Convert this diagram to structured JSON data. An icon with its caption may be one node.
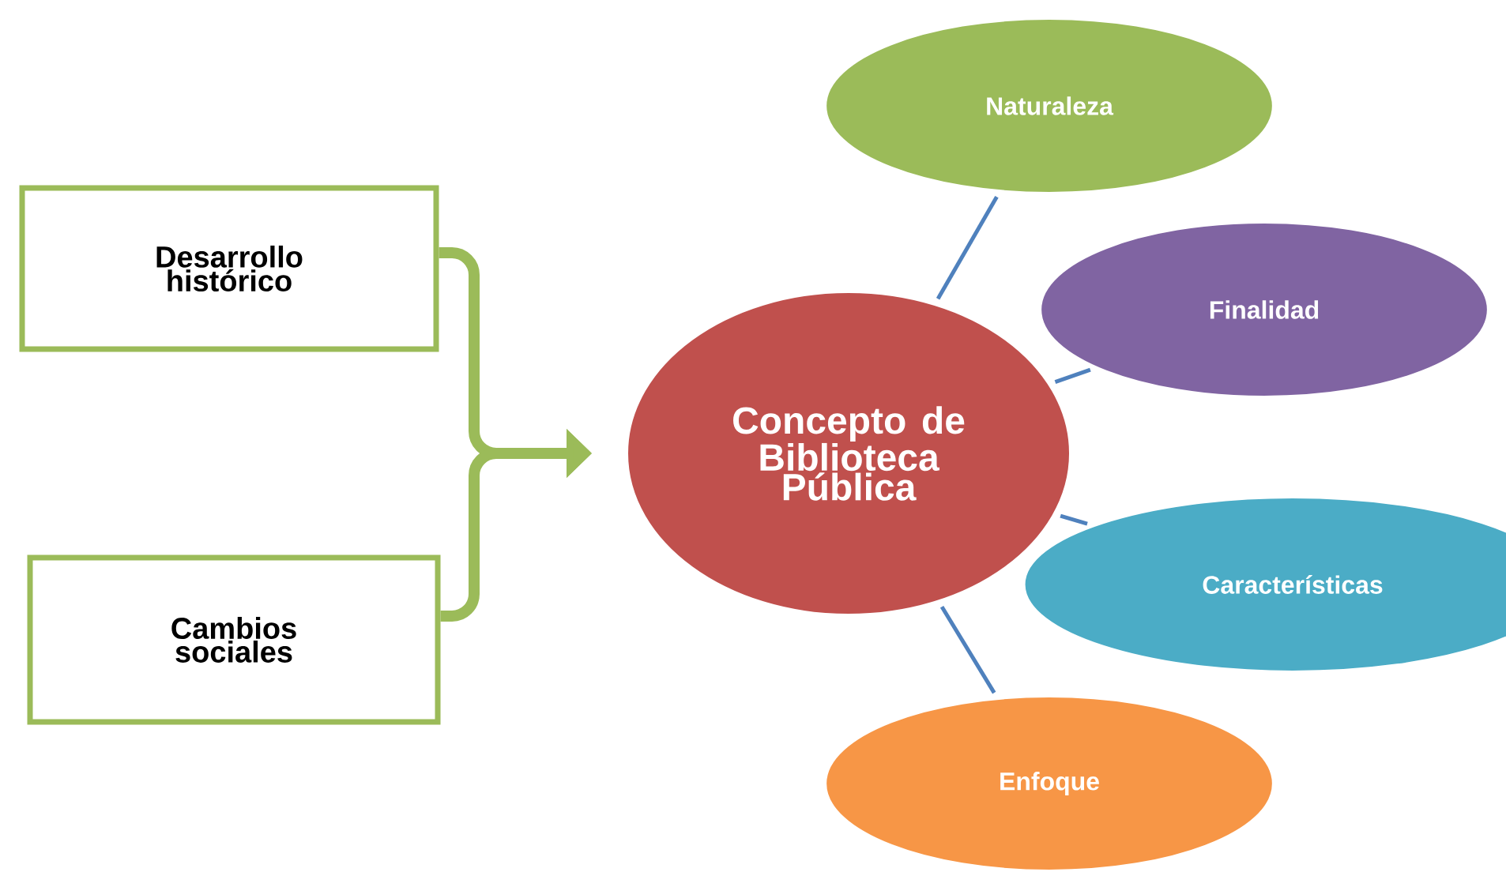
{
  "diagram": {
    "nodes": [
      {
        "text": [
          "Desarrollo histórico"
        ]
      },
      {
        "text": [
          "Cambios sociales"
        ]
      },
      {
        "text": [
          "Concepto de Biblioteca Pública"
        ]
      },
      {
        "text": [
          "Naturaleza"
        ]
      },
      {
        "text": [
          "Finalidad"
        ]
      },
      {
        "text": [
          "Características"
        ]
      },
      {
        "text": [
          "Enfoque"
        ]
      }
    ],
    "edges": [
      {
        "from": 0,
        "to": 2,
        "arrow": "to",
        "style": "thick",
        "color": "#9bbb59"
      },
      {
        "from": 1,
        "to": 2,
        "arrow": "to",
        "style": "thick",
        "color": "#9bbb59"
      },
      {
        "from": 2,
        "to": 3,
        "arrow": "none"
      },
      {
        "from": 2,
        "to": 4,
        "arrow": "none"
      },
      {
        "from": 2,
        "to": 5,
        "arrow": "none"
      },
      {
        "from": 2,
        "to": 6,
        "arrow": "none"
      }
    ]
  }
}
